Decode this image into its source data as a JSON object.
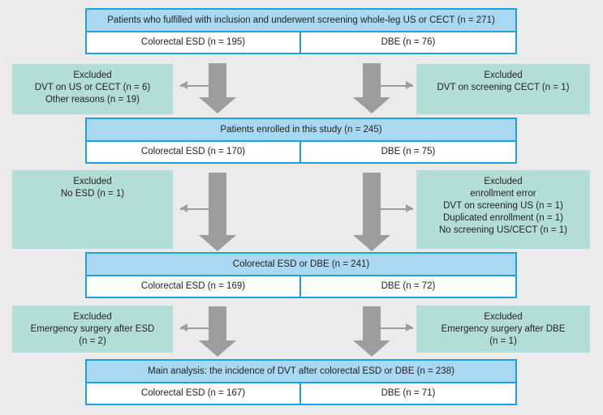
{
  "figure": {
    "type": "flowchart",
    "orientation": "top-to-bottom",
    "colors": {
      "background": "#ebebeb",
      "stage_border": "#1fa0e0",
      "stage_header_fill": "#a9d8f2",
      "stage_body_fill": "#ffffff",
      "excluded_fill": "#b2ded7",
      "arrow_gray": "#9d9d9d",
      "text": "#231f20"
    }
  },
  "stages": [
    {
      "id": "screened",
      "title": "Patients who fulfilled with inclusion and underwent screening whole-leg US or CECT (n = 271)",
      "n": 271,
      "left_cell": "Colorectal ESD (n = 195)",
      "right_cell": "DBE (n = 76)",
      "left_n": 195,
      "right_n": 76
    },
    {
      "id": "enrolled",
      "title": "Patients enrolled in this study (n = 245)",
      "n": 245,
      "left_cell": "Colorectal ESD (n = 170)",
      "right_cell": "DBE (n = 75)",
      "left_n": 170,
      "right_n": 75
    },
    {
      "id": "procedure",
      "title": "Colorectal ESD or DBE (n = 241)",
      "n": 241,
      "left_cell": "Colorectal ESD (n = 169)",
      "right_cell": "DBE (n = 72)",
      "left_n": 169,
      "right_n": 72
    },
    {
      "id": "main-analysis",
      "title": "Main analysis: the incidence of DVT after colorectal ESD or DBE (n = 238)",
      "n": 238,
      "left_cell": "Colorectal ESD (n = 167)",
      "right_cell": "DBE (n = 71)",
      "left_n": 167,
      "right_n": 71
    }
  ],
  "exclusions": [
    {
      "id": "excluded-1-left",
      "side": "left",
      "lines": [
        "Excluded",
        "DVT on US or CECT (n = 6)",
        "Other reasons (n = 19)"
      ]
    },
    {
      "id": "excluded-1-right",
      "side": "right",
      "lines": [
        "Excluded",
        "DVT on screening CECT (n = 1)"
      ]
    },
    {
      "id": "excluded-2-left",
      "side": "left",
      "lines": [
        "Excluded",
        "No ESD (n = 1)"
      ]
    },
    {
      "id": "excluded-2-right",
      "side": "right",
      "lines": [
        "Excluded",
        "enrollment error",
        "DVT on screening US (n = 1)",
        "Duplicated enrollment (n = 1)",
        "No screening US/CECT (n = 1)"
      ]
    },
    {
      "id": "excluded-3-left",
      "side": "left",
      "lines": [
        "Excluded",
        "Emergency surgery after ESD",
        "(n = 2)"
      ]
    },
    {
      "id": "excluded-3-right",
      "side": "right",
      "lines": [
        "Excluded",
        "Emergency surgery after DBE",
        "(n = 1)"
      ]
    }
  ]
}
